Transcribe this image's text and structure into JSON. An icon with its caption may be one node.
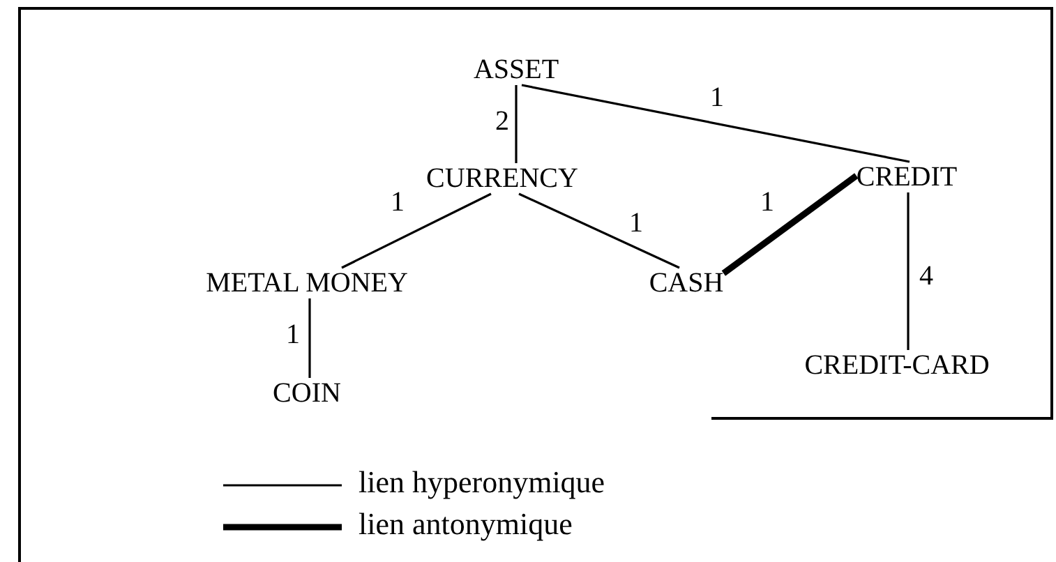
{
  "diagram": {
    "nodes": [
      {
        "text": [
          "ASSET"
        ]
      },
      {
        "text": [
          "CURRENCY"
        ]
      },
      {
        "text": [
          "CREDIT"
        ]
      },
      {
        "text": [
          "METAL MONEY"
        ]
      },
      {
        "text": [
          "CASH"
        ]
      },
      {
        "text": [
          "COIN"
        ]
      },
      {
        "text": [
          "CREDIT-CARD"
        ]
      }
    ],
    "edges": [
      {
        "from": 0,
        "to": 1,
        "arrow": "none",
        "label": "2"
      },
      {
        "from": 0,
        "to": 2,
        "arrow": "none",
        "label": "1"
      },
      {
        "from": 1,
        "to": 3,
        "arrow": "none",
        "label": "1"
      },
      {
        "from": 1,
        "to": 4,
        "arrow": "none",
        "label": "1"
      },
      {
        "from": 4,
        "to": 2,
        "arrow": "none",
        "label": "1",
        "style": "thick"
      },
      {
        "from": 3,
        "to": 5,
        "arrow": "none",
        "label": "1"
      },
      {
        "from": 2,
        "to": 6,
        "arrow": "none",
        "label": "4"
      }
    ],
    "legend": [
      {
        "text": "lien hyperonymique"
      },
      {
        "text": "lien antonymique"
      }
    ]
  }
}
